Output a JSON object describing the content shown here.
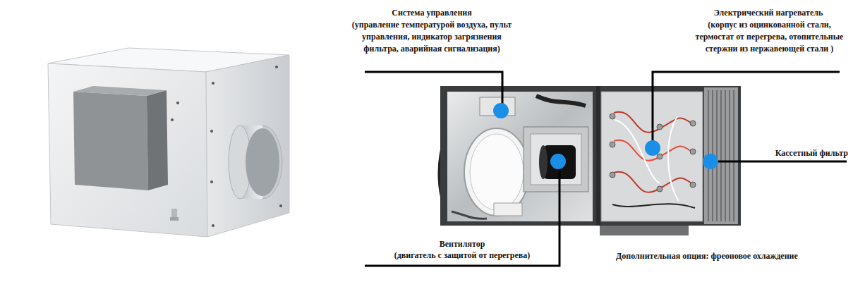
{
  "diagram": {
    "labels": [
      "Система управления",
      "(управление температурой воздуха, пульт управления, индикатор загрязнения фильтра, аварийная сигнализация)",
      "Электрический нагреватель",
      "(корпус из оцинкованной стали, термостат от перегрева, отопительные стержни из нержавеющей стали )",
      "Кассетный фильтр",
      "Вентилятор",
      "(двигатель с защитой от перегрева)",
      "Дополнительная опция: фреоновое охлаждение"
    ]
  }
}
